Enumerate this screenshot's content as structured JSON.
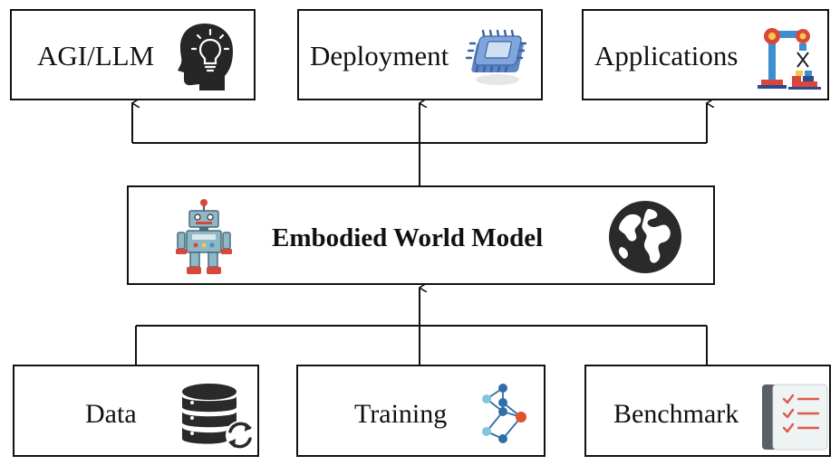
{
  "top_row": {
    "agi": {
      "label": "AGI/LLM",
      "icon": "head-lightbulb-icon"
    },
    "deployment": {
      "label": "Deployment",
      "icon": "microchip-icon"
    },
    "applications": {
      "label": "Applications",
      "icon": "robotic-arm-icon"
    }
  },
  "center": {
    "label": "Embodied World Model",
    "icons": [
      "robot-icon",
      "globe-icon"
    ]
  },
  "bottom_row": {
    "data": {
      "label": "Data",
      "icon": "database-sync-icon"
    },
    "training": {
      "label": "Training",
      "icon": "neural-network-icon"
    },
    "benchmark": {
      "label": "Benchmark",
      "icon": "checklist-icon"
    }
  },
  "colors": {
    "stroke": "#111111",
    "chip_blue": "#7a9fd6",
    "robot_teal": "#8fb8c6",
    "robot_red": "#d9473a",
    "nn_blue": "#2f6fa6",
    "nn_light": "#7fc6de",
    "nn_orange": "#e0522e",
    "checklist_red": "#e05a4a",
    "globe_dark": "#2a2a2a"
  }
}
